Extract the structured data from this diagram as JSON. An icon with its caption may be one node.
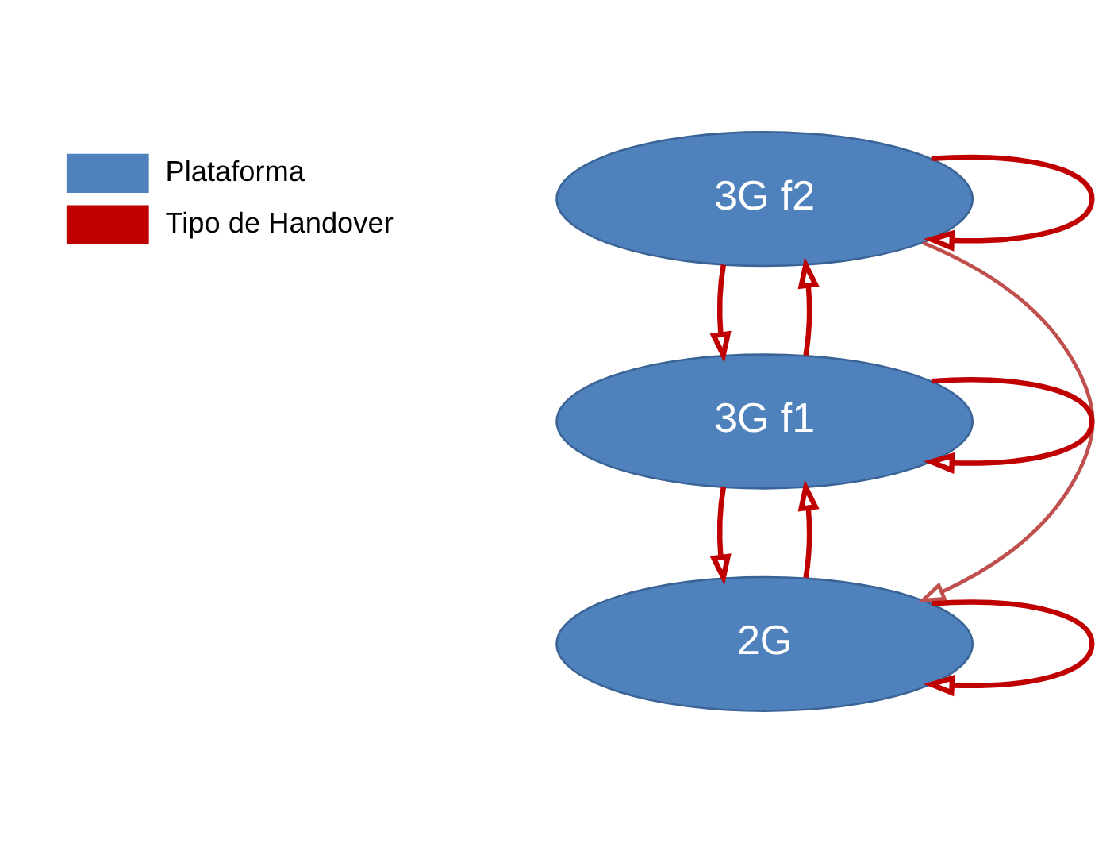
{
  "diagram": {
    "nodes": [
      {
        "text": [
          "3G f2"
        ]
      },
      {
        "text": [
          "3G f1"
        ]
      },
      {
        "text": [
          "2G"
        ]
      }
    ],
    "edges": [
      {
        "from": 0,
        "to": 0,
        "arrow": "to"
      },
      {
        "from": 1,
        "to": 0,
        "arrow": "to"
      },
      {
        "from": 0,
        "to": 1,
        "arrow": "to"
      },
      {
        "from": 0,
        "to": 2,
        "arrow": "to",
        "color": "#c0504d"
      },
      {
        "from": 1,
        "to": 1,
        "arrow": "to"
      },
      {
        "from": 2,
        "to": 1,
        "arrow": "to"
      },
      {
        "from": 1,
        "to": 2,
        "arrow": "to"
      },
      {
        "from": 2,
        "to": 2,
        "arrow": "to"
      }
    ],
    "legend": [
      {
        "text": "Plataforma",
        "color": "#4f81bd"
      },
      {
        "text": "Tipo de Handover",
        "color": "#c00000"
      }
    ]
  }
}
